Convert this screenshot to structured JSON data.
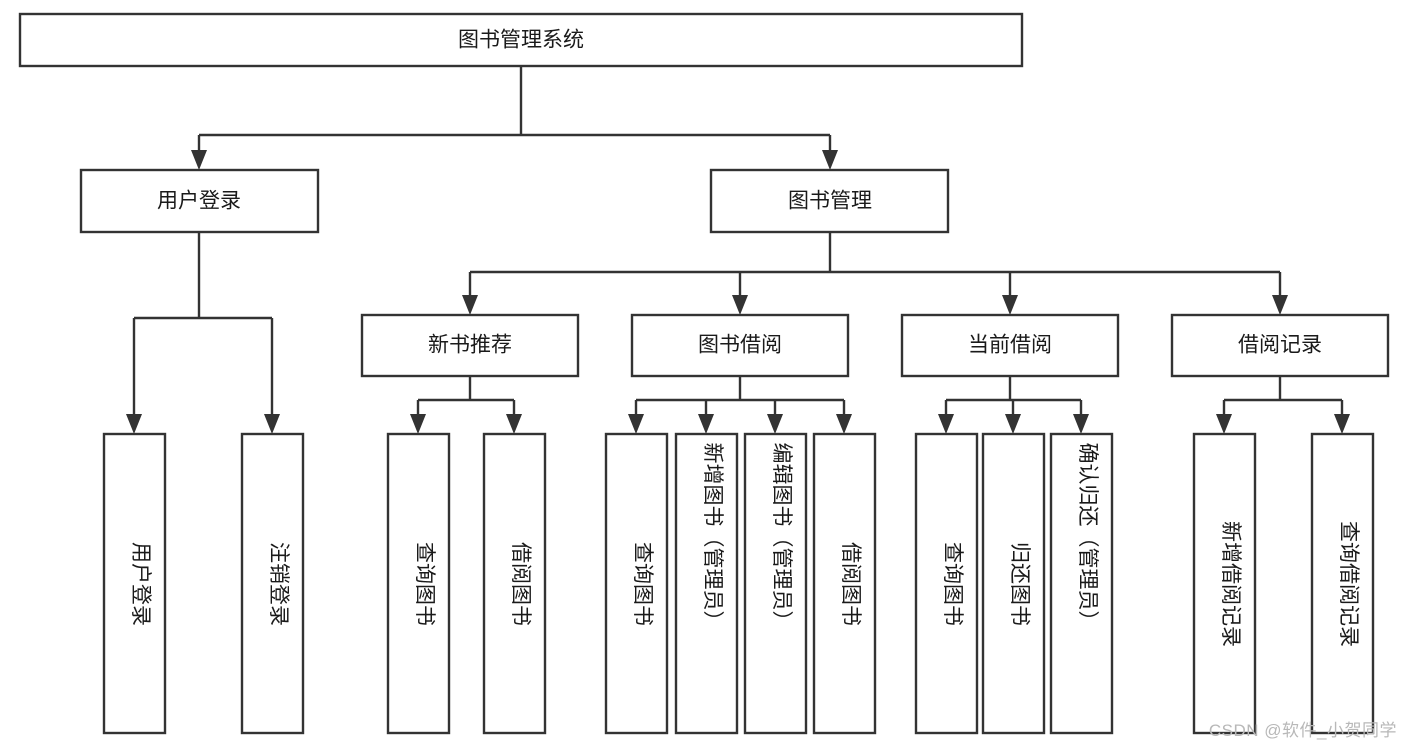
{
  "diagram": {
    "type": "tree-hierarchy",
    "orientation": "top-down",
    "watermark": "CSDN @软件_小贺同学",
    "root": {
      "id": "root",
      "label": "图书管理系统"
    },
    "level1": [
      {
        "id": "user-login",
        "label": "用户登录"
      },
      {
        "id": "book-manage",
        "label": "图书管理"
      }
    ],
    "level2": [
      {
        "id": "new-book-recommend",
        "label": "新书推荐",
        "parent": "book-manage"
      },
      {
        "id": "book-borrow",
        "label": "图书借阅",
        "parent": "book-manage"
      },
      {
        "id": "current-borrow",
        "label": "当前借阅",
        "parent": "book-manage"
      },
      {
        "id": "borrow-record",
        "label": "借阅记录",
        "parent": "book-manage"
      }
    ],
    "leaves": {
      "user-login": [
        {
          "id": "leaf-user-login",
          "label": "用户登录"
        },
        {
          "id": "leaf-logout-login",
          "label": "注销登录"
        }
      ],
      "new-book-recommend": [
        {
          "id": "leaf-query-book-1",
          "label": "查询图书"
        },
        {
          "id": "leaf-borrow-book-1",
          "label": "借阅图书"
        }
      ],
      "book-borrow": [
        {
          "id": "leaf-query-book-2",
          "label": "查询图书"
        },
        {
          "id": "leaf-add-book",
          "label": "新增图书（管理员）"
        },
        {
          "id": "leaf-edit-book",
          "label": "编辑图书（管理员）"
        },
        {
          "id": "leaf-borrow-book-2",
          "label": "借阅图书"
        }
      ],
      "current-borrow": [
        {
          "id": "leaf-query-book-3",
          "label": "查询图书"
        },
        {
          "id": "leaf-return-book",
          "label": "归还图书"
        },
        {
          "id": "leaf-confirm-return",
          "label": "确认归还（管理员）"
        }
      ],
      "borrow-record": [
        {
          "id": "leaf-add-record",
          "label": "新增借阅记录"
        },
        {
          "id": "leaf-query-record",
          "label": "查询借阅记录"
        }
      ]
    },
    "colors": {
      "stroke": "#333333",
      "fill": "#ffffff",
      "text": "#1a1a1a",
      "watermark": "#b8b8b8"
    }
  }
}
